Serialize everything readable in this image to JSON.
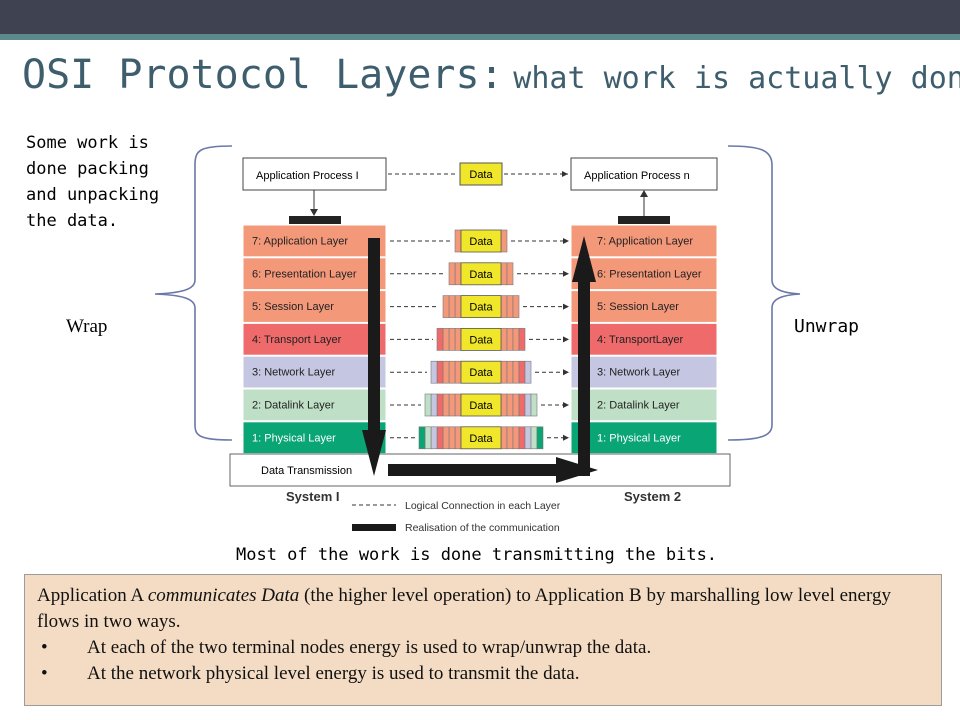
{
  "title": {
    "main": "OSI Protocol Layers:",
    "sub": "what work is actually done?"
  },
  "notes": {
    "packing": [
      "Some work is",
      "done packing",
      "and unpacking",
      "the data."
    ],
    "wrap": "Wrap",
    "unwrap": "Unwrap",
    "transmitting": "Most of the work is done transmitting the bits."
  },
  "diagram": {
    "app_left": "Application Process I",
    "app_right": "Application Process n",
    "data_label": "Data",
    "layers": [
      {
        "label": "7: Application Layer",
        "color": "#f4987a"
      },
      {
        "label": "6: Presentation Layer",
        "color": "#f4987a"
      },
      {
        "label": "5: Session Layer",
        "color": "#f4987a"
      },
      {
        "label": "4: Transport Layer",
        "color": "#ef6a6a"
      },
      {
        "label": "3: Network Layer",
        "color": "#c5c7e2"
      },
      {
        "label": "2: Datalink Layer",
        "color": "#bfe0c7"
      },
      {
        "label": "1: Physical Layer",
        "color": "#0aa574"
      }
    ],
    "right_layers": [
      "7: Application Layer",
      "6: Presentation Layer",
      "5: Session Layer",
      "4: TransportLayer",
      "3: Network Layer",
      "2: Datalink Layer",
      "1: Physical Layer"
    ],
    "transmission": "Data Transmission",
    "system_left": "System I",
    "system_right": "System 2",
    "legend_logical": "Logical Connection   in   each Layer",
    "legend_realisation": "Realisation  of  the  communication"
  },
  "info": {
    "line_prefix": "Application A ",
    "line_italic": "communicates Data",
    "line_rest": " (the higher level operation) to Application B by marshalling low level energy flows in two ways.",
    "bullets": [
      "At each of the two terminal nodes energy is used to wrap/unwrap the data.",
      "At the network physical level energy is used to transmit the data."
    ]
  }
}
